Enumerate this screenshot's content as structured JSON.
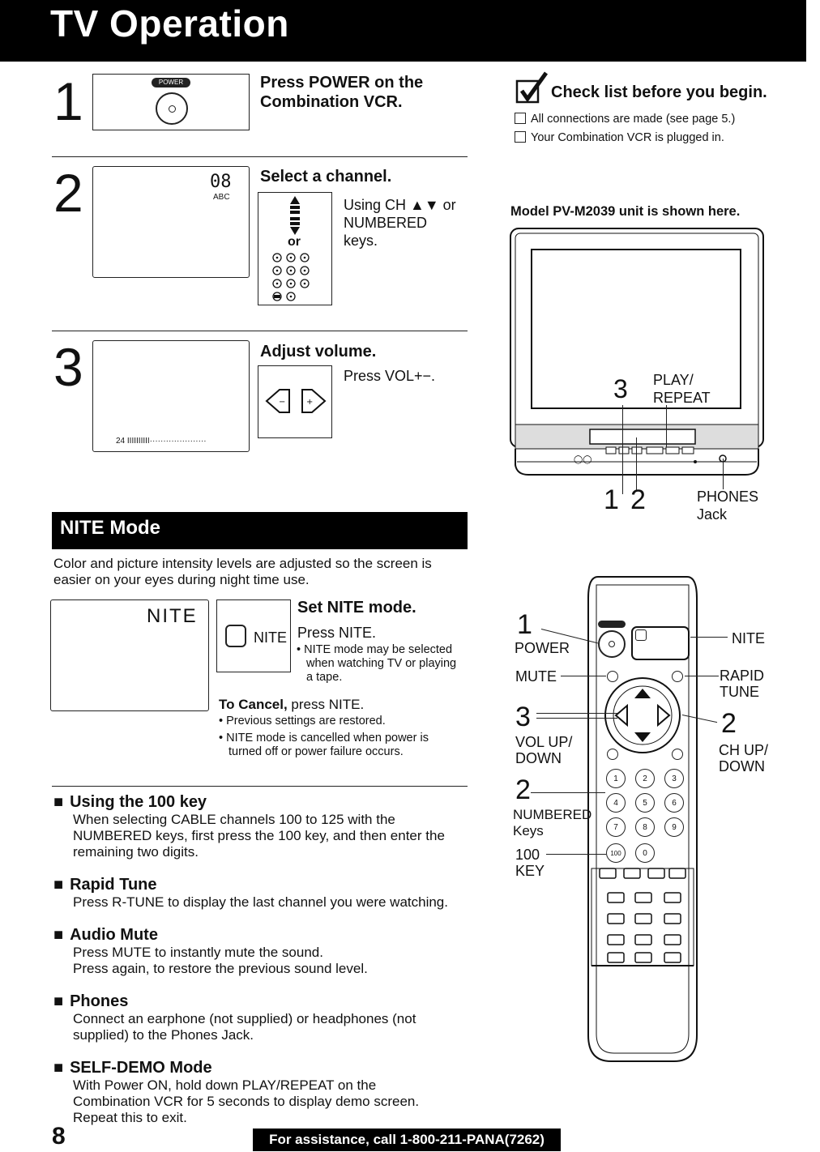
{
  "header": {
    "title": "TV Operation"
  },
  "step1": {
    "num": "1",
    "button_label": "POWER",
    "heading_line1": "Press POWER on the",
    "heading_line2": "Combination VCR."
  },
  "checklist": {
    "heading": "Check list before you begin.",
    "items": [
      "All connections are made (see page 5.)",
      "Your Combination VCR is plugged in."
    ]
  },
  "step2": {
    "num": "2",
    "screen_channel": "08",
    "screen_sub": "ABC",
    "heading": "Select a channel.",
    "or_label": "or",
    "desc_line1": "Using CH ▲▼ or",
    "desc_line2": "NUMBERED",
    "desc_line3": "keys."
  },
  "model": {
    "caption": "Model PV-M2039 unit is shown here."
  },
  "tv_labels": {
    "step3": "3",
    "play_line1": "PLAY/",
    "play_line2": "REPEAT",
    "one": "1",
    "two": "2",
    "phones_line1": "PHONES",
    "phones_line2": "Jack"
  },
  "step3": {
    "num": "3",
    "heading": "Adjust volume.",
    "desc": "Press VOL+−.",
    "screen_volume": "24 IIIIIIIIII·····················"
  },
  "nite_section": {
    "title": "NITE Mode",
    "intro_line1": "Color and picture intensity levels are adjusted so the screen is",
    "intro_line2": "easier on your eyes during night time use.",
    "screen_text": "NITE",
    "button_label": "NITE",
    "heading": "Set NITE mode.",
    "press": "Press NITE.",
    "bullet1_line1": "• NITE mode may be selected",
    "bullet1_line2": "when watching TV or playing",
    "bullet1_line3": "a tape.",
    "cancel_bold": "To Cancel,",
    "cancel_rest": " press NITE.",
    "cancel_b1": "• Previous settings are restored.",
    "cancel_b2_line1": "• NITE mode is cancelled when power is",
    "cancel_b2_line2": "turned off or power failure occurs."
  },
  "remote_labels": {
    "n1": "1",
    "power": "POWER",
    "mute": "MUTE",
    "n3": "3",
    "vol_line1": "VOL UP/",
    "vol_line2": "DOWN",
    "n2a": "2",
    "numbered_line1": "NUMBERED",
    "numbered_line2": "Keys",
    "key100_line1": "100",
    "key100_line2": "KEY",
    "nite": "NITE",
    "rapid_line1": "RAPID",
    "rapid_line2": "TUNE",
    "n2b": "2",
    "ch_line1": "CH UP/",
    "ch_line2": "DOWN",
    "digits": [
      "1",
      "2",
      "3",
      "4",
      "5",
      "6",
      "7",
      "8",
      "9",
      "100",
      "0"
    ]
  },
  "features": [
    {
      "title": "Using the 100 key",
      "lines": [
        "When selecting CABLE channels 100 to 125 with the",
        "NUMBERED keys, first press the 100 key, and then enter the",
        "remaining two digits."
      ]
    },
    {
      "title": "Rapid Tune",
      "lines": [
        "Press R-TUNE to display the last channel you were watching."
      ]
    },
    {
      "title": "Audio Mute",
      "lines": [
        "Press MUTE to instantly mute the sound.",
        "Press again, to restore the previous sound level."
      ]
    },
    {
      "title": "Phones",
      "lines": [
        "Connect an earphone (not supplied) or headphones (not",
        "supplied) to the Phones Jack."
      ]
    },
    {
      "title": "SELF-DEMO Mode",
      "lines": [
        "With Power ON, hold down PLAY/REPEAT on the",
        "Combination VCR for 5 seconds to display demo screen.",
        "Repeat this to exit."
      ]
    }
  ],
  "footer": {
    "page": "8",
    "assist": "For assistance, call 1-800-211-PANA(7262)"
  }
}
